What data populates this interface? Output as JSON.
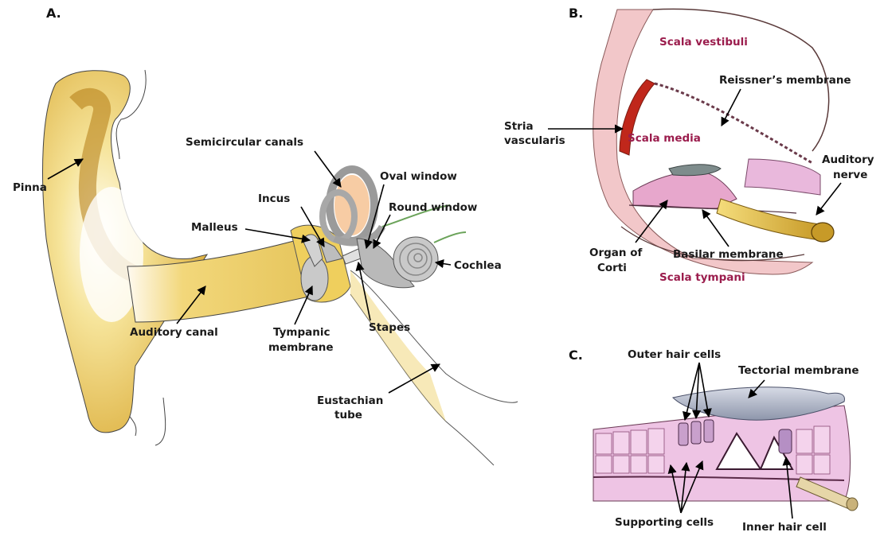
{
  "panels": {
    "a": "A.",
    "b": "B.",
    "c": "C."
  },
  "labels_a": {
    "pinna": "Pinna",
    "semicircular_canals": "Semicircular canals",
    "oval_window": "Oval window",
    "incus": "Incus",
    "round_window": "Round window",
    "malleus": "Malleus",
    "cochlea": "Cochlea",
    "auditory_canal": "Auditory canal",
    "tympanic_line1": "Tympanic",
    "tympanic_line2": "membrane",
    "stapes": "Stapes",
    "eustachian_line1": "Eustachian",
    "eustachian_line2": "tube"
  },
  "labels_b": {
    "scala_vestibuli": "Scala vestibuli",
    "reissners_membrane": "Reissner’s membrane",
    "stria_line1": "Stria",
    "stria_line2": "vascularis",
    "scala_media": "Scala media",
    "auditory_line1": "Auditory",
    "auditory_line2": "nerve",
    "organ_line1": "Organ of",
    "organ_line2": "Corti",
    "basilar_membrane": "Basilar membrane",
    "scala_tympani": "Scala tympani"
  },
  "labels_c": {
    "outer_hair_cells": "Outer hair cells",
    "tectorial_membrane": "Tectorial membrane",
    "supporting_cells": "Supporting cells",
    "inner_hair_cell": "Inner hair cell"
  },
  "colors": {
    "ear_yellow": "#f3dc7a",
    "ear_dark": "#c8901a",
    "bone_gray": "#b9b9b9",
    "cochlea_pink": "#f2c7c9",
    "stria_red": "#c0271b",
    "tissue_pink": "#e9b8dc",
    "label_red": "#9b1d4d"
  }
}
